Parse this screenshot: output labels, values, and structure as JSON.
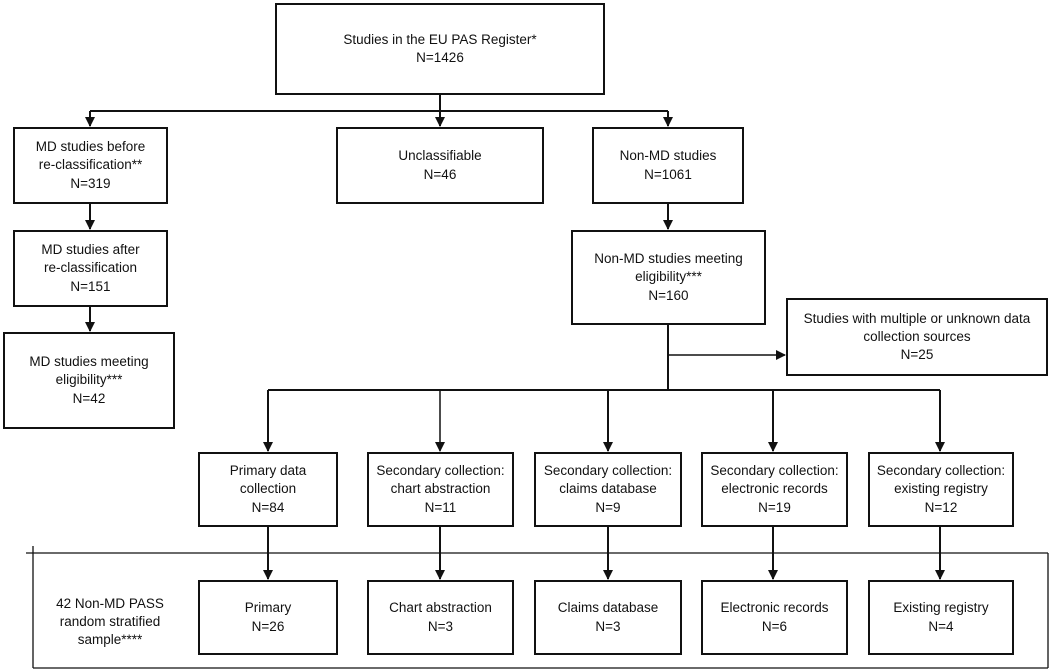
{
  "root": {
    "title": "Studies in the EU PAS Register*",
    "count": "N=1426"
  },
  "level1": {
    "md_before": {
      "line1": "MD studies before",
      "line2": "re-classification**",
      "count": "N=319"
    },
    "unclassifiable": {
      "title": "Unclassifiable",
      "count": "N=46"
    },
    "non_md": {
      "title": "Non-MD studies",
      "count": "N=1061"
    }
  },
  "md_after": {
    "line1": "MD studies after",
    "line2": "re-classification",
    "count": "N=151"
  },
  "md_eligible": {
    "line1": "MD studies meeting",
    "line2": "eligibility***",
    "count": "N=42"
  },
  "non_md_eligible": {
    "line1": "Non-MD studies meeting",
    "line2": "eligibility***",
    "count": "N=160"
  },
  "multiple_sources": {
    "line1": "Studies with multiple or unknown data",
    "line2": "collection sources",
    "count": "N=25"
  },
  "collection": [
    {
      "line1": "Primary data",
      "line2": "collection",
      "count": "N=84"
    },
    {
      "line1": "Secondary collection:",
      "line2": "chart abstraction",
      "count": "N=11"
    },
    {
      "line1": "Secondary collection:",
      "line2": "claims database",
      "count": "N=9"
    },
    {
      "line1": "Secondary collection:",
      "line2": "electronic records",
      "count": "N=19"
    },
    {
      "line1": "Secondary collection:",
      "line2": "existing registry",
      "count": "N=12"
    }
  ],
  "sample": {
    "label_line1": "42 Non-MD PASS",
    "label_line2": "random stratified",
    "label_line3": "sample****",
    "items": [
      {
        "title": "Primary",
        "count": "N=26"
      },
      {
        "title": "Chart abstraction",
        "count": "N=3"
      },
      {
        "title": "Claims database",
        "count": "N=3"
      },
      {
        "title": "Electronic records",
        "count": "N=6"
      },
      {
        "title": "Existing registry",
        "count": "N=4"
      }
    ]
  }
}
